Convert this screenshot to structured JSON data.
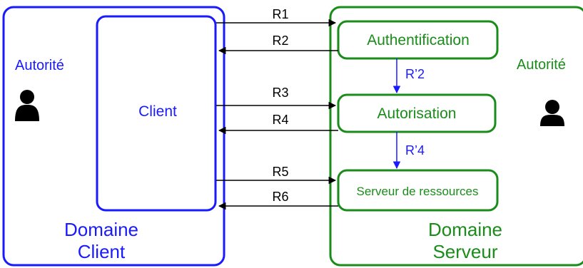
{
  "colors": {
    "client_domain": "#1a1aff",
    "server_domain": "#1a8c1a",
    "arrows": "#000000",
    "internal_arrows": "#1a1aff"
  },
  "client_domain": {
    "authority_label": "Autorité",
    "authority_icon": "user-icon",
    "client_label": "Client",
    "domain_label_line1": "Domaine",
    "domain_label_line2": "Client"
  },
  "server_domain": {
    "authority_label": "Autorité",
    "authority_icon": "user-icon",
    "components": {
      "authentication": "Authentification",
      "authorization": "Autorisation",
      "resource_server": "Serveur de ressources"
    },
    "domain_label_line1": "Domaine",
    "domain_label_line2": "Serveur"
  },
  "requests": {
    "r1": "R1",
    "r2": "R2",
    "r3": "R3",
    "r4": "R4",
    "r5": "R5",
    "r6": "R6",
    "r2_prime": "R’2",
    "r4_prime": "R’4"
  }
}
